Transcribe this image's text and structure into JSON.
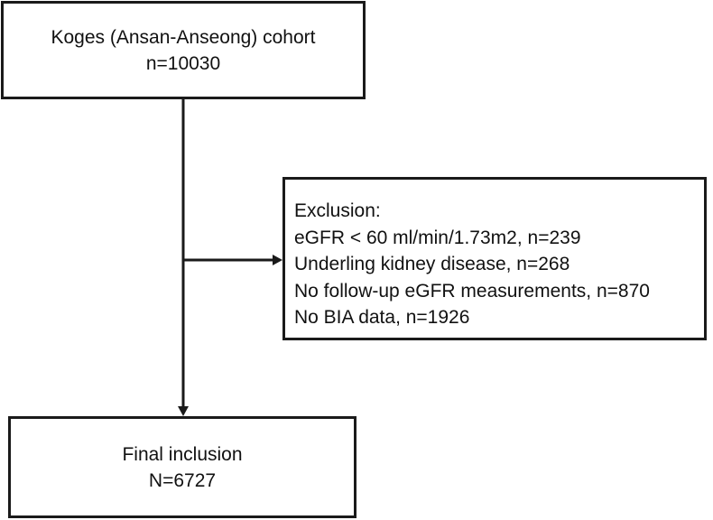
{
  "top_box": {
    "title": "Koges (Ansan-Anseong) cohort",
    "count": "n=10030"
  },
  "exclusion_box": {
    "heading": "Exclusion:",
    "items": [
      "eGFR < 60 ml/min/1.73m2, n=239",
      "Underling kidney disease, n=268",
      "No follow-up eGFR measurements, n=870",
      "No BIA data, n=1926"
    ]
  },
  "final_box": {
    "title": "Final inclusion",
    "count": "N=6727"
  },
  "colors": {
    "border": "#1a1a1a",
    "text": "#111111",
    "background": "#ffffff"
  }
}
